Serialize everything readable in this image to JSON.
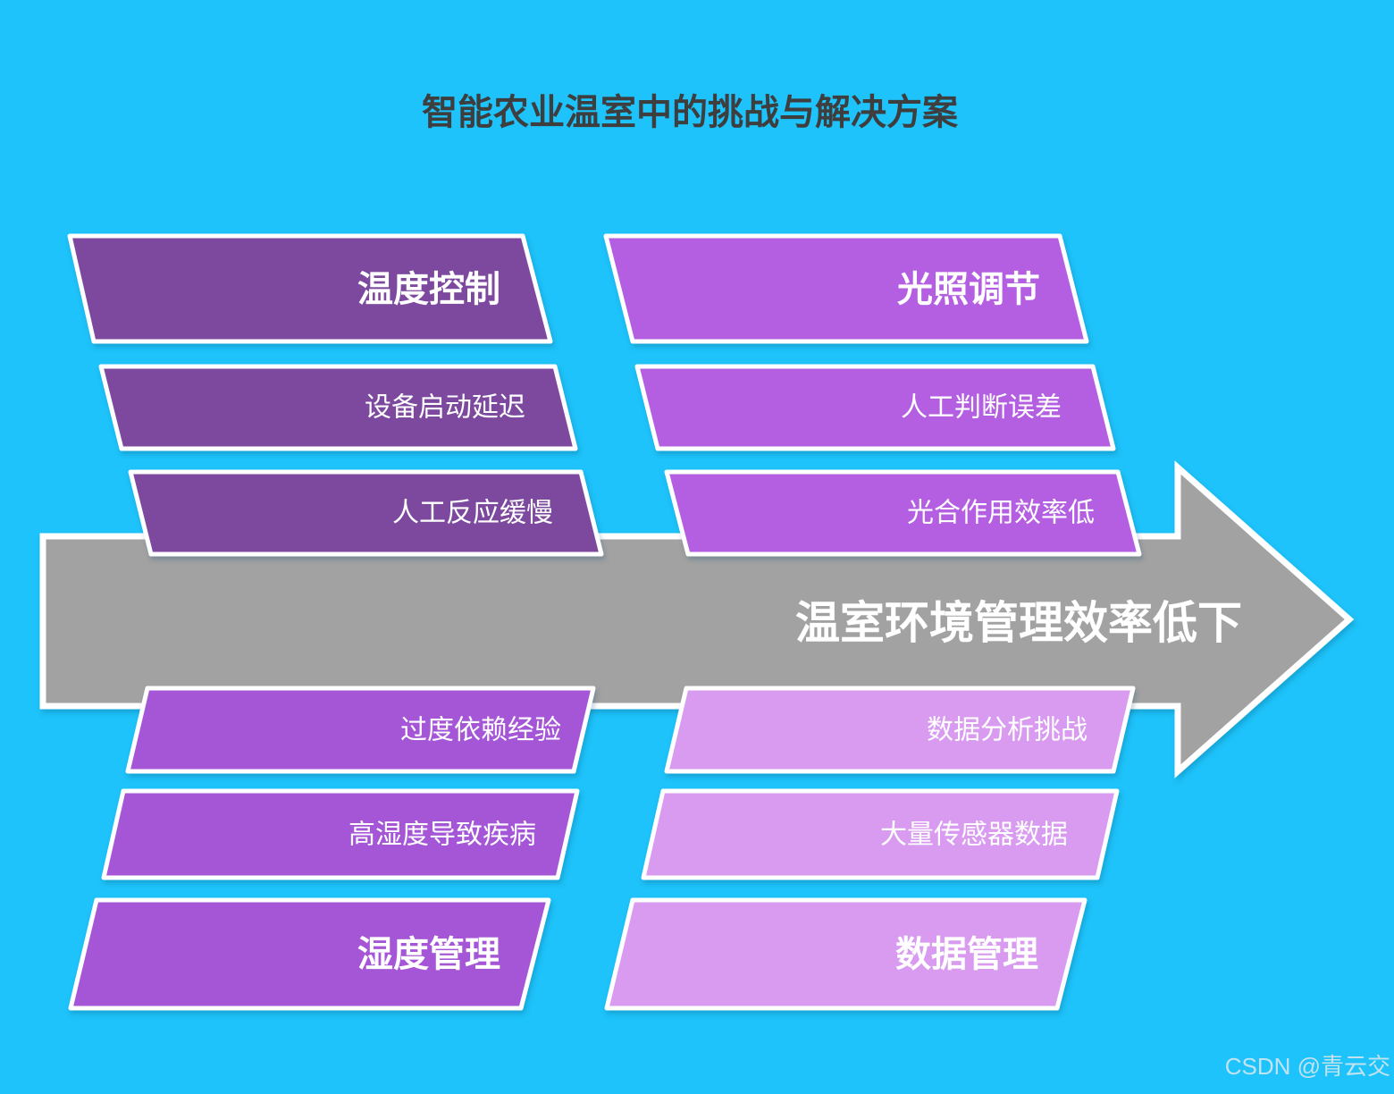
{
  "page": {
    "title": "智能农业温室中的挑战与解决方案",
    "watermark": "CSDN @青云交"
  },
  "colors": {
    "background": "#1DC3FA",
    "title_text": "#3E3E3E",
    "box_text": "#FFFFFF",
    "box_border": "#FFFFFF",
    "arrow_fill": "#A2A2A2",
    "watermark_text": "#D8E7EE"
  },
  "arrow": {
    "label": "温室环境管理效率低下"
  },
  "categories": [
    {
      "key": "temperature-control",
      "label": "温度控制",
      "color": "#7C4A9E",
      "items": [
        "设备启动延迟",
        "人工反应缓慢"
      ]
    },
    {
      "key": "light-regulation",
      "label": "光照调节",
      "color": "#B45FE2",
      "items": [
        "人工判断误差",
        "光合作用效率低"
      ]
    },
    {
      "key": "humidity-management",
      "label": "湿度管理",
      "color": "#A556D7",
      "items": [
        "过度依赖经验",
        "高湿度导致疾病"
      ]
    },
    {
      "key": "data-management",
      "label": "数据管理",
      "color": "#D89BF0",
      "items": [
        "数据分析挑战",
        "大量传感器数据"
      ]
    }
  ]
}
